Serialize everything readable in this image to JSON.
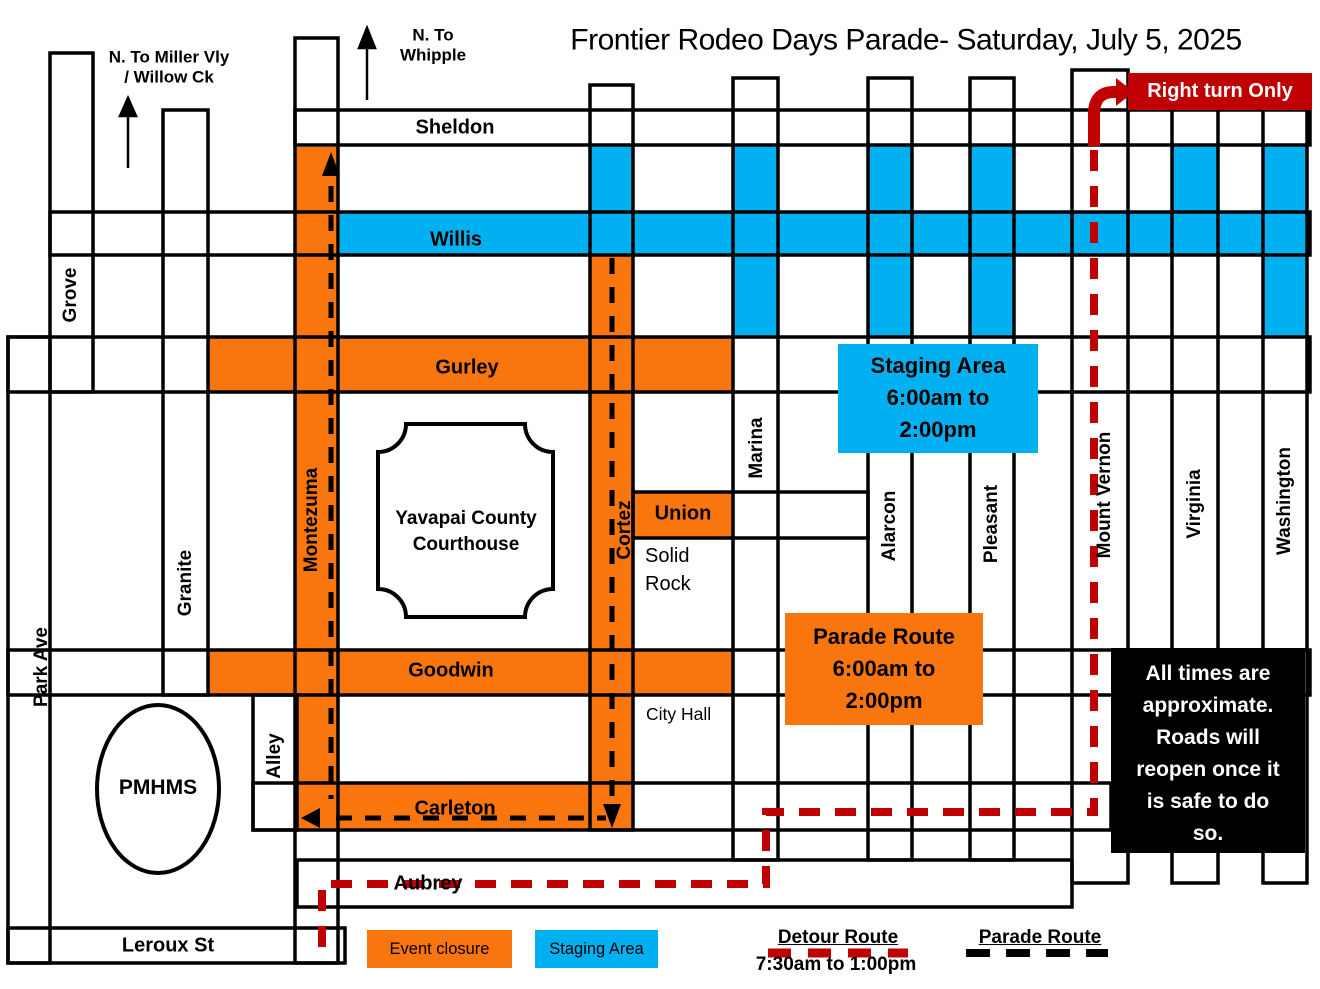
{
  "title": "Frontier Rodeo Days Parade- Saturday, July 5, 2025",
  "compass": {
    "miller_line1": "N. To Miller Vly",
    "miller_line2": "/ Willow Ck",
    "whipple_line1": "N. To",
    "whipple_line2": "Whipple"
  },
  "streets": {
    "sheldon": "Sheldon",
    "willis": "Willis",
    "gurley": "Gurley",
    "union": "Union",
    "goodwin": "Goodwin",
    "carleton": "Carleton",
    "aubrey": "Aubrey",
    "leroux": "Leroux St",
    "grove": "Grove",
    "granite": "Granite",
    "montezuma": "Montezuma",
    "alley": "Alley",
    "cortez": "Cortez",
    "marina": "Marina",
    "alarcon": "Alarcon",
    "pleasant": "Pleasant",
    "mount_vernon": "Mount Vernon",
    "virginia": "Virginia",
    "washington": "Washington",
    "park_ave": "Park Ave"
  },
  "pois": {
    "courthouse_line1": "Yavapai County",
    "courthouse_line2": "Courthouse",
    "pmhms": "PMHMS",
    "solid_rock_line1": "Solid",
    "solid_rock_line2": "Rock",
    "city_hall": "City Hall"
  },
  "boxes": {
    "right_turn": {
      "label": "Right turn Only"
    },
    "staging": {
      "lines": [
        "Staging Area",
        "6:00am to",
        "2:00pm"
      ]
    },
    "parade": {
      "lines": [
        "Parade Route",
        "6:00am to",
        "2:00pm"
      ]
    },
    "notice": {
      "lines": [
        "All times are",
        "approximate.",
        "Roads will",
        "reopen once it",
        "is safe to do",
        "so."
      ]
    }
  },
  "legend": {
    "event_closure": "Event closure",
    "staging_area": "Staging Area",
    "detour_route": "Detour Route",
    "detour_time": "7:30am to 1:00pm",
    "parade_route": "Parade Route"
  },
  "colors": {
    "event_closure_orange": "#F9750D",
    "staging_blue": "#00B0F0",
    "detour_red": "#C00000",
    "parade_route_black": "#000000"
  }
}
